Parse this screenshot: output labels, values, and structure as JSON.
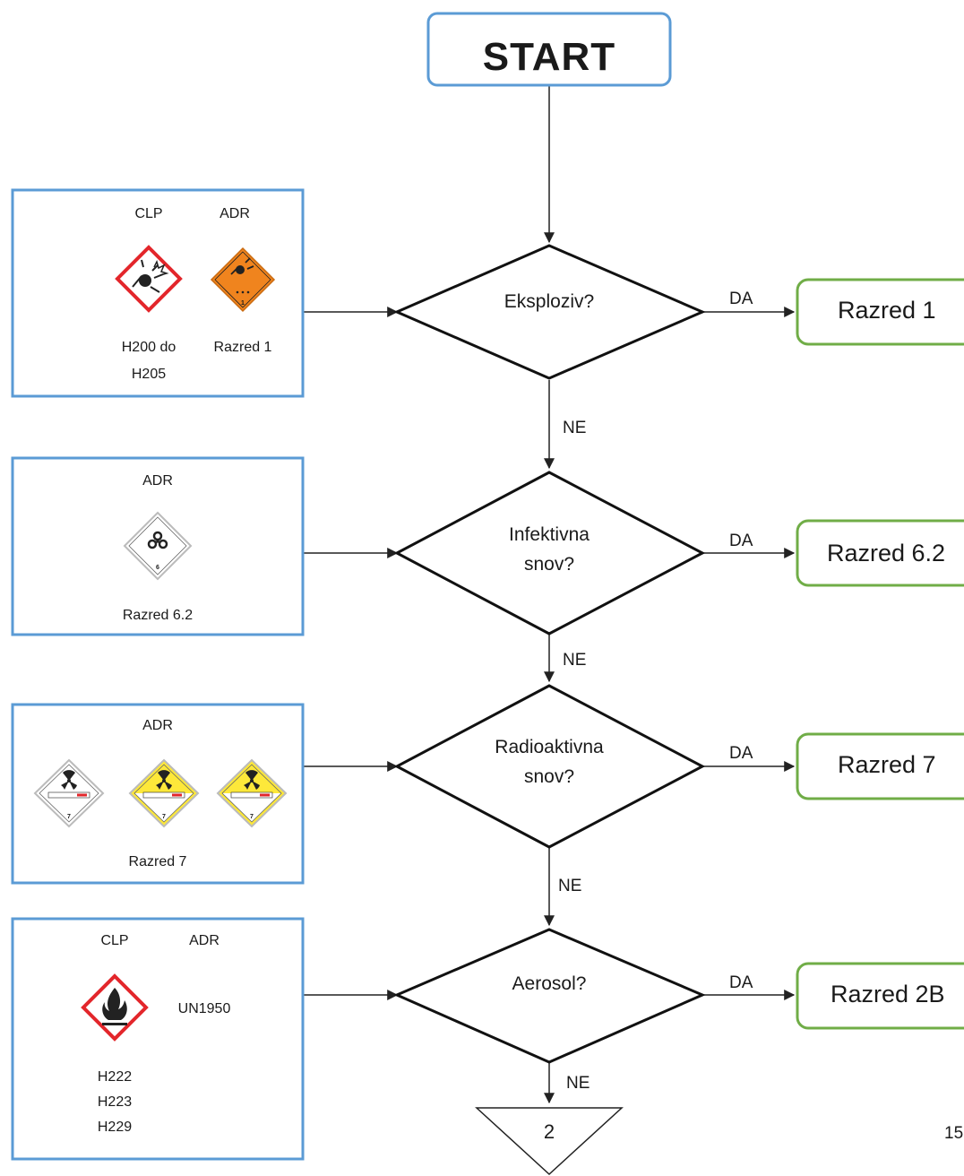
{
  "start": {
    "label": "START"
  },
  "questions": [
    {
      "label_lines": [
        "Eksploziv?"
      ]
    },
    {
      "label_lines": [
        "Infektivna",
        "snov?"
      ]
    },
    {
      "label_lines": [
        "Radioaktivna",
        "snov?"
      ]
    },
    {
      "label_lines": [
        "Aerosol?"
      ]
    }
  ],
  "edges": {
    "yes": "DA",
    "no": "NE"
  },
  "results": [
    {
      "label": "Razred 1"
    },
    {
      "label": "Razred 6.2"
    },
    {
      "label": "Razred 7"
    },
    {
      "label": "Razred 2B"
    }
  ],
  "info_boxes": [
    {
      "clp_heading": "CLP",
      "adr_heading": "ADR",
      "clp_caption_lines": [
        "H200 do",
        "H205"
      ],
      "adr_caption": "Razred 1",
      "icons": [
        "clp-exploding-bomb-icon",
        "adr-class-1-explosive-icon"
      ]
    },
    {
      "adr_heading": "ADR",
      "adr_caption": "Razred 6.2",
      "icons": [
        "adr-class-6-2-biohazard-icon"
      ]
    },
    {
      "adr_heading": "ADR",
      "adr_caption": "Razred 7",
      "icons": [
        "radioactive-category-i-icon",
        "radioactive-category-ii-icon",
        "radioactive-category-iii-icon"
      ],
      "label_numbers": [
        "7",
        "7",
        "7"
      ]
    },
    {
      "clp_heading": "CLP",
      "adr_heading": "ADR",
      "adr_text": "UN1950",
      "clp_caption_lines": [
        "H222",
        "H223",
        "H229"
      ],
      "icons": [
        "clp-flame-icon"
      ]
    }
  ],
  "connector": {
    "label": "2"
  },
  "page_number": "15",
  "colors": {
    "info_border": "#5b9bd5",
    "start_border": "#5b9bd5",
    "result_border": "#70ad47",
    "clp_red": "#e3262b",
    "adr_orange": "#f0841e",
    "radioactive_yellow": "#fde83a",
    "line": "#222222"
  }
}
